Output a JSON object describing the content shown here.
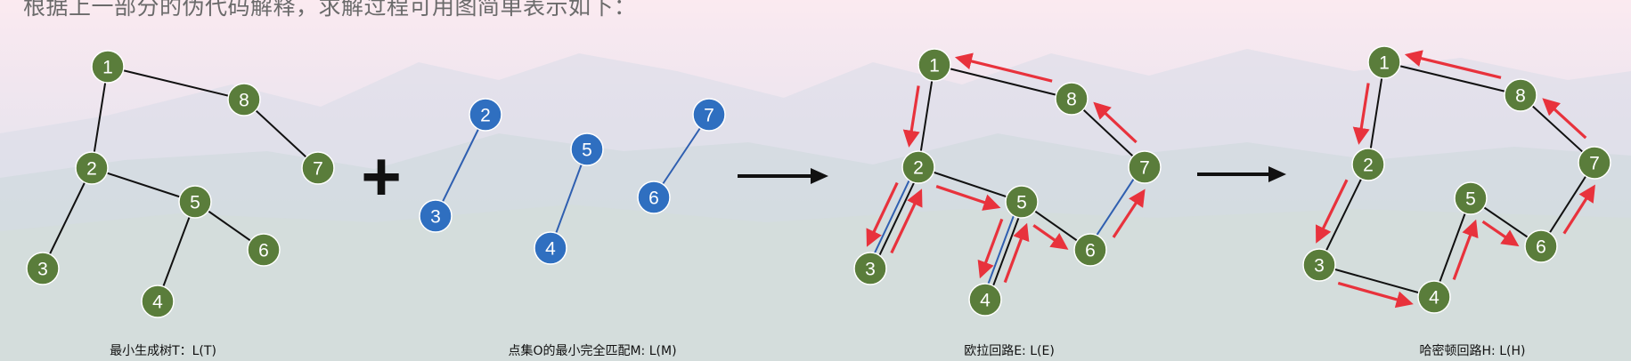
{
  "intro_text": "根据上一部分的伪代码解释，求解过程可用图简单表示如下：",
  "operator_plus": "+",
  "captions": {
    "mst": "最小生成树T：L(T)",
    "matching": "点集O的最小完全匹配M: L(M)",
    "euler": "欧拉回路E: L(E)",
    "hamilton": "哈密顿回路H: L(H)"
  },
  "colors": {
    "green_node": "#5a7d3b",
    "blue_node": "#2f6fc0",
    "red_arrow": "#e8323c",
    "edge": "#111111",
    "blue_edge": "#2f5fb0"
  },
  "graphs": {
    "mst": {
      "nodes": [
        "1",
        "8",
        "7",
        "2",
        "5",
        "6",
        "3",
        "4"
      ],
      "edges": [
        [
          "1",
          "8"
        ],
        [
          "8",
          "7"
        ],
        [
          "1",
          "2"
        ],
        [
          "2",
          "3"
        ],
        [
          "2",
          "5"
        ],
        [
          "5",
          "6"
        ],
        [
          "5",
          "4"
        ]
      ]
    },
    "matching": {
      "nodes": [
        "2",
        "3",
        "5",
        "4",
        "7",
        "6"
      ],
      "edges": [
        [
          "2",
          "3"
        ],
        [
          "5",
          "4"
        ],
        [
          "7",
          "6"
        ]
      ]
    },
    "euler": {
      "nodes": [
        "1",
        "8",
        "7",
        "2",
        "5",
        "6",
        "3",
        "4"
      ],
      "black_edges": [
        [
          "1",
          "8"
        ],
        [
          "8",
          "7"
        ],
        [
          "1",
          "2"
        ],
        [
          "2",
          "3"
        ],
        [
          "2",
          "5"
        ],
        [
          "5",
          "6"
        ],
        [
          "5",
          "4"
        ]
      ],
      "blue_edges": [
        [
          "2",
          "3"
        ],
        [
          "5",
          "4"
        ],
        [
          "7",
          "6"
        ]
      ],
      "arrows": [
        [
          "8",
          "1"
        ],
        [
          "1",
          "2"
        ],
        [
          "2",
          "3"
        ],
        [
          "3",
          "2"
        ],
        [
          "2",
          "5"
        ],
        [
          "5",
          "4"
        ],
        [
          "4",
          "5"
        ],
        [
          "5",
          "6"
        ],
        [
          "6",
          "7"
        ],
        [
          "7",
          "8"
        ]
      ]
    },
    "hamilton": {
      "nodes": [
        "1",
        "8",
        "7",
        "2",
        "5",
        "6",
        "3",
        "4"
      ],
      "edges": [
        [
          "1",
          "8"
        ],
        [
          "8",
          "7"
        ],
        [
          "7",
          "6"
        ],
        [
          "6",
          "5"
        ],
        [
          "5",
          "4"
        ],
        [
          "4",
          "3"
        ],
        [
          "3",
          "2"
        ],
        [
          "2",
          "1"
        ]
      ],
      "arrows": [
        [
          "8",
          "1"
        ],
        [
          "1",
          "2"
        ],
        [
          "2",
          "3"
        ],
        [
          "3",
          "4"
        ],
        [
          "4",
          "5"
        ],
        [
          "5",
          "6"
        ],
        [
          "6",
          "7"
        ],
        [
          "7",
          "8"
        ]
      ]
    }
  }
}
